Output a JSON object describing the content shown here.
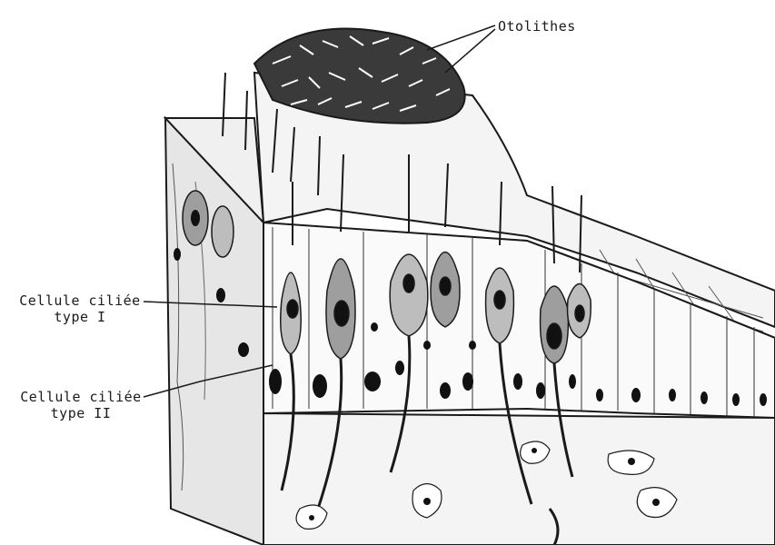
{
  "labels": {
    "otolithes": "Otolithes",
    "type1_line1": "Cellule ciliée",
    "type1_line2": "type I",
    "type2_line1": "Cellule ciliée",
    "type2_line2": "type II"
  },
  "colors": {
    "ink": "#1a1a1a",
    "cell_fill": "#bdbdbd",
    "nucleus": "#111111",
    "tissue": "#f4f4f4"
  }
}
